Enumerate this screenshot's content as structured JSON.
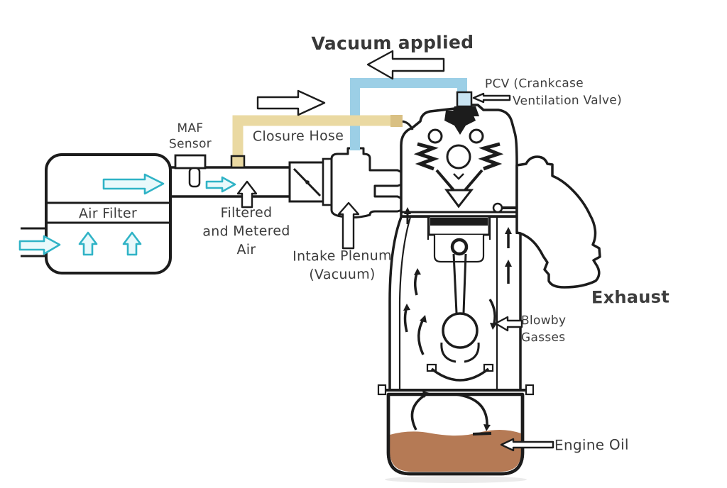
{
  "diagram": {
    "name": "PCV crankcase ventilation system diagram",
    "labels": {
      "vacuum_applied": "Vacuum applied",
      "pcv_line1": "PCV (Crankcase",
      "pcv_line2": "Ventilation Valve)",
      "maf_line1": "MAF",
      "maf_line2": "Sensor",
      "closure_hose": "Closure Hose",
      "air_filter": "Air Filter",
      "filtered_line1": "Filtered",
      "filtered_line2": "and Metered",
      "filtered_line3": "Air",
      "intake_line1": "Intake Plenum",
      "intake_line2": "(Vacuum)",
      "exhaust": "Exhaust",
      "blowby_line1": "Blowby",
      "blowby_line2": "Gasses",
      "engine_oil": "Engine Oil"
    },
    "colors": {
      "ink": "#1c1c1c",
      "hose_blue": "#9ccfe6",
      "hose_tan": "#ead9a2",
      "airflow_cyan": "#2fb3c6",
      "engine_oil_brown": "#b57a55",
      "text": "#3d3d3d",
      "background": "#ffffff"
    }
  }
}
